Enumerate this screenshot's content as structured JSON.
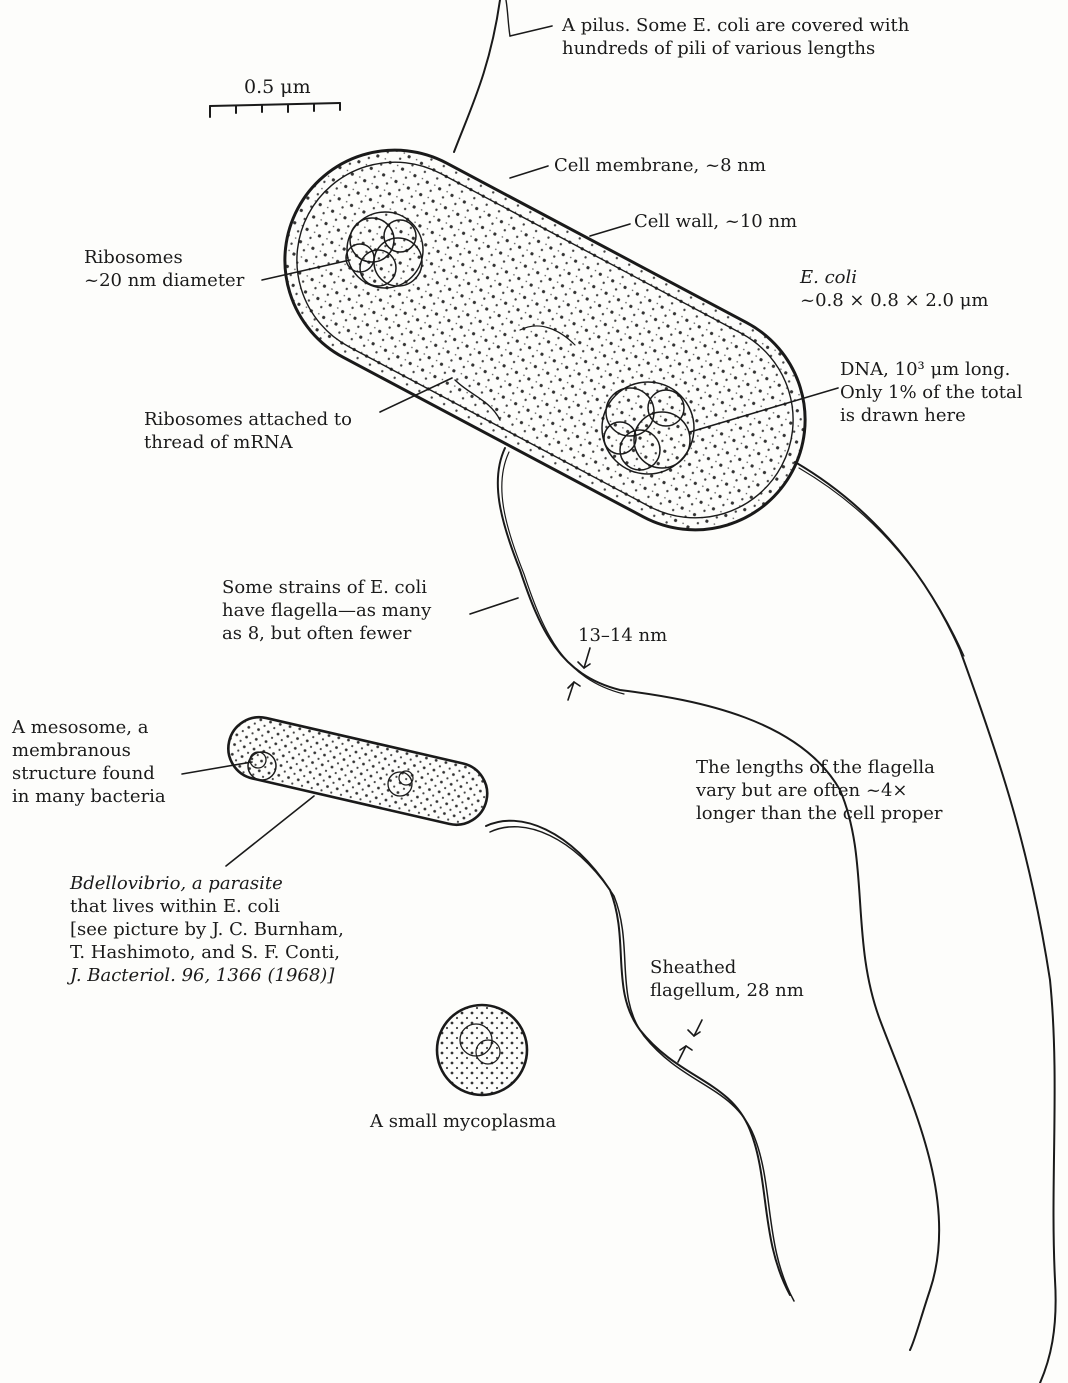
{
  "scale_bar": {
    "label": "0.5 μm"
  },
  "labels": {
    "pilus": {
      "line1": "A pilus. Some E. coli are covered with",
      "line2": "hundreds of pili of various lengths"
    },
    "cell_membrane": "Cell membrane, ~8 nm",
    "cell_wall": "Cell wall, ~10 nm",
    "ribosomes": {
      "line1": "Ribosomes",
      "line2": "~20 nm diameter"
    },
    "ecoli": {
      "name": "E. coli",
      "dims": "~0.8 × 0.8 × 2.0 μm"
    },
    "dna": {
      "line1": "DNA, 10³ μm long.",
      "line2": "Only 1% of the total",
      "line3": "is drawn here"
    },
    "ribosomes_mrna": {
      "line1": "Ribosomes attached to",
      "line2": "thread of mRNA"
    },
    "flagella_strains": {
      "line1": "Some strains of E. coli",
      "line2": "have flagella—as many",
      "line3": "as 8, but often fewer"
    },
    "flagellum_width": "13–14 nm",
    "mesosome": {
      "line1": "A mesosome, a",
      "line2": "membranous",
      "line3": "structure found",
      "line4": "in many bacteria"
    },
    "flagella_lengths": {
      "line1": "The lengths of the flagella",
      "line2": "vary but are often ~4×",
      "line3": "longer than the cell proper"
    },
    "bdellovibrio": {
      "line1": "Bdellovibrio, a parasite",
      "line2": "that lives within E. coli",
      "line3": "[see picture by J. C. Burnham,",
      "line4": "T. Hashimoto, and S. F. Conti,",
      "line5": "J. Bacteriol. 96, 1366 (1968)]"
    },
    "sheathed": {
      "line1": "Sheathed",
      "line2": "flagellum, 28 nm"
    },
    "mycoplasma": "A small mycoplasma"
  },
  "colors": {
    "ink": "#1a1a1a",
    "paper": "#fdfdfb"
  }
}
